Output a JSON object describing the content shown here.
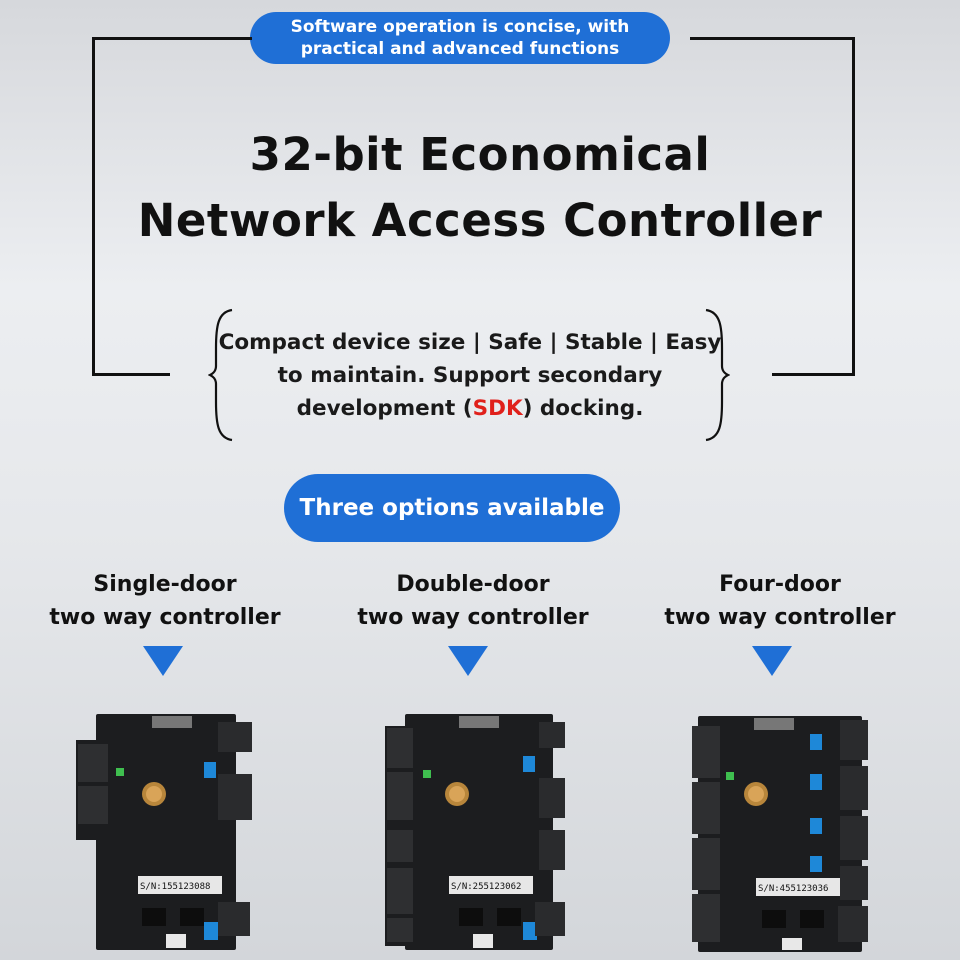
{
  "top_banner": {
    "line1": "Software operation is concise, with",
    "line2": "practical and advanced functions"
  },
  "title": {
    "line1": "32-bit Economical",
    "line2": "Network Access Controller"
  },
  "subtitle": {
    "line1": "Compact device size | Safe | Stable | Easy",
    "line2": "to maintain. Support secondary",
    "line3_before": "development (",
    "line3_highlight": "SDK",
    "line3_after": ") docking."
  },
  "options_banner": "Three options available",
  "options": [
    {
      "line1": "Single-door",
      "line2": "two way controller",
      "serial": "S/N:155123088"
    },
    {
      "line1": "Double-door",
      "line2": "two way controller",
      "serial": "S/N:255123062"
    },
    {
      "line1": "Four-door",
      "line2": "two way controller",
      "serial": "S/N:455123036"
    }
  ],
  "colors": {
    "accent": "#1f6fd6",
    "highlight": "#e0201b",
    "board": "#1c1d1f",
    "terminal": "#2a2b2d",
    "relay": "#1e88d8"
  }
}
